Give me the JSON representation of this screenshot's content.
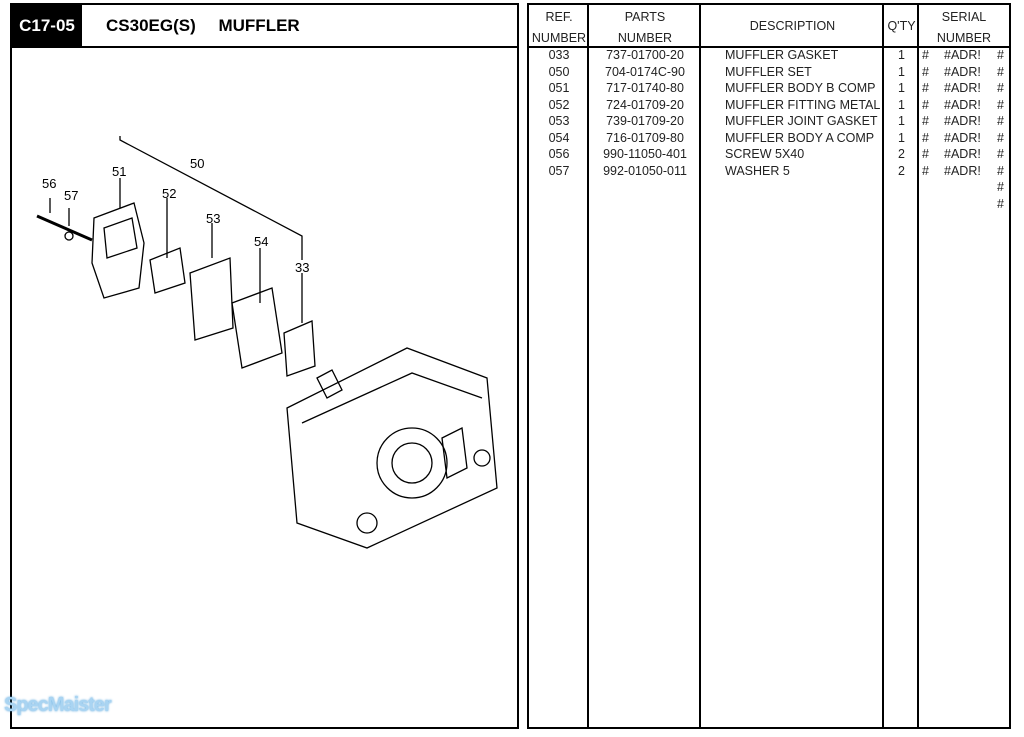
{
  "header": {
    "code": "C17-05",
    "model": "CS30EG(S)",
    "section": "MUFFLER"
  },
  "diagram": {
    "callouts": [
      "50",
      "51",
      "52",
      "53",
      "54",
      "33",
      "56",
      "57"
    ]
  },
  "table": {
    "headers": {
      "ref_1": "REF.",
      "ref_2": "NUMBER",
      "parts_1": "PARTS",
      "parts_2": "NUMBER",
      "description": "DESCRIPTION",
      "qty": "Q'TY",
      "serial_1": "SERIAL",
      "serial_2": "NUMBER"
    },
    "rows": [
      {
        "ref": "033",
        "part": "737-01700-20",
        "desc": "MUFFLER GASKET",
        "qty": "1",
        "s1": "#",
        "s2": "#ADR!",
        "s3": "#"
      },
      {
        "ref": "050",
        "part": "704-0174C-90",
        "desc": "MUFFLER SET",
        "qty": "1",
        "s1": "#",
        "s2": "#ADR!",
        "s3": "#"
      },
      {
        "ref": "051",
        "part": "717-01740-80",
        "desc": "MUFFLER BODY B COMP",
        "qty": "1",
        "s1": "#",
        "s2": "#ADR!",
        "s3": "#"
      },
      {
        "ref": "052",
        "part": "724-01709-20",
        "desc": "MUFFLER FITTING METAL",
        "qty": "1",
        "s1": "#",
        "s2": "#ADR!",
        "s3": "#"
      },
      {
        "ref": "053",
        "part": "739-01709-20",
        "desc": "MUFFLER JOINT GASKET",
        "qty": "1",
        "s1": "#",
        "s2": "#ADR!",
        "s3": "#"
      },
      {
        "ref": "054",
        "part": "716-01709-80",
        "desc": "MUFFLER BODY A COMP",
        "qty": "1",
        "s1": "#",
        "s2": "#ADR!",
        "s3": "#"
      },
      {
        "ref": "056",
        "part": "990-11050-401",
        "desc": "SCREW 5X40",
        "qty": "2",
        "s1": "#",
        "s2": "#ADR!",
        "s3": "#"
      },
      {
        "ref": "057",
        "part": "992-01050-011",
        "desc": "WASHER 5",
        "qty": "2",
        "s1": "#",
        "s2": "#ADR!",
        "s3": "#"
      }
    ],
    "extra": [
      "#",
      "#"
    ]
  },
  "watermark": "SpecMaister"
}
